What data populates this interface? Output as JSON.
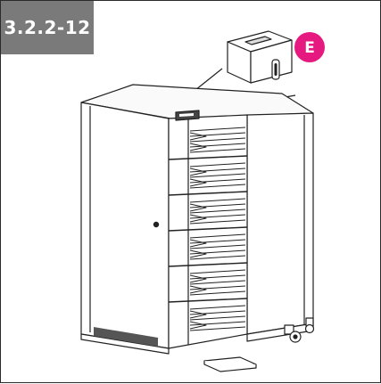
{
  "figure": {
    "label": "3.2.2-12",
    "label_bg": "#7a7a7a"
  },
  "callout": {
    "letter": "E",
    "color": "#e5197f"
  },
  "icons": [
    "cabinet-illustration",
    "detail-magnifier",
    "door-handle",
    "caster-wheel"
  ]
}
